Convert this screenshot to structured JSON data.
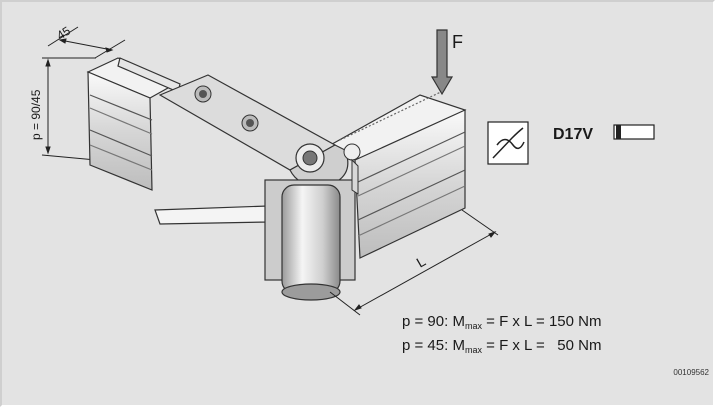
{
  "labels": {
    "width_dim": "45",
    "pitch_dim": "p = 90/45",
    "force": "F",
    "length": "L",
    "drive": "D17V"
  },
  "formula": [
    {
      "lead": "p = 90: M",
      "sub": "max",
      "tail": " = F x L = 150 Nm"
    },
    {
      "lead": "p = 45: M",
      "sub": "max",
      "tail": " = F x L =   50 Nm"
    }
  ],
  "ref_code": "00109562"
}
